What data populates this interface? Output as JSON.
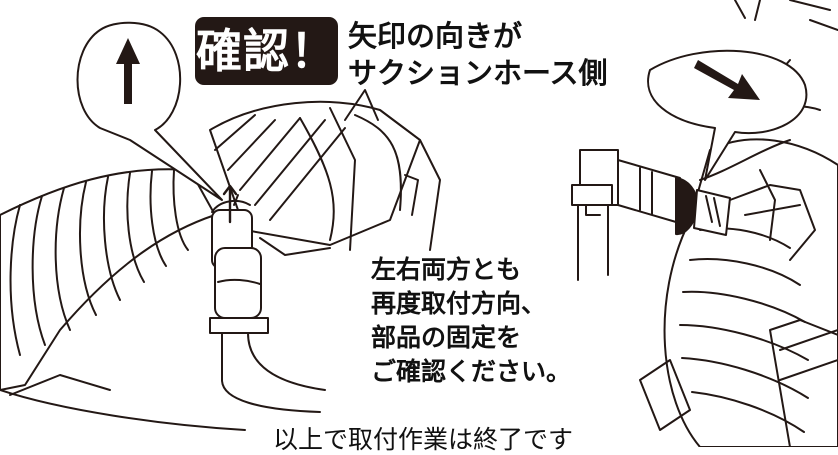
{
  "badge": {
    "label": "確認！"
  },
  "headline": {
    "line1": "矢印の向きが",
    "line2": "サクションホース側"
  },
  "note": {
    "lines": [
      "左右両方とも",
      "再度取付方向、",
      "部品の固定を",
      "ご確認ください。"
    ]
  },
  "footer": {
    "text": "以上で取付作業は終了です"
  },
  "colors": {
    "ink": "#231815",
    "background": "#ffffff"
  },
  "icons": [
    "up-arrow-icon",
    "diagonal-arrow-icon"
  ]
}
